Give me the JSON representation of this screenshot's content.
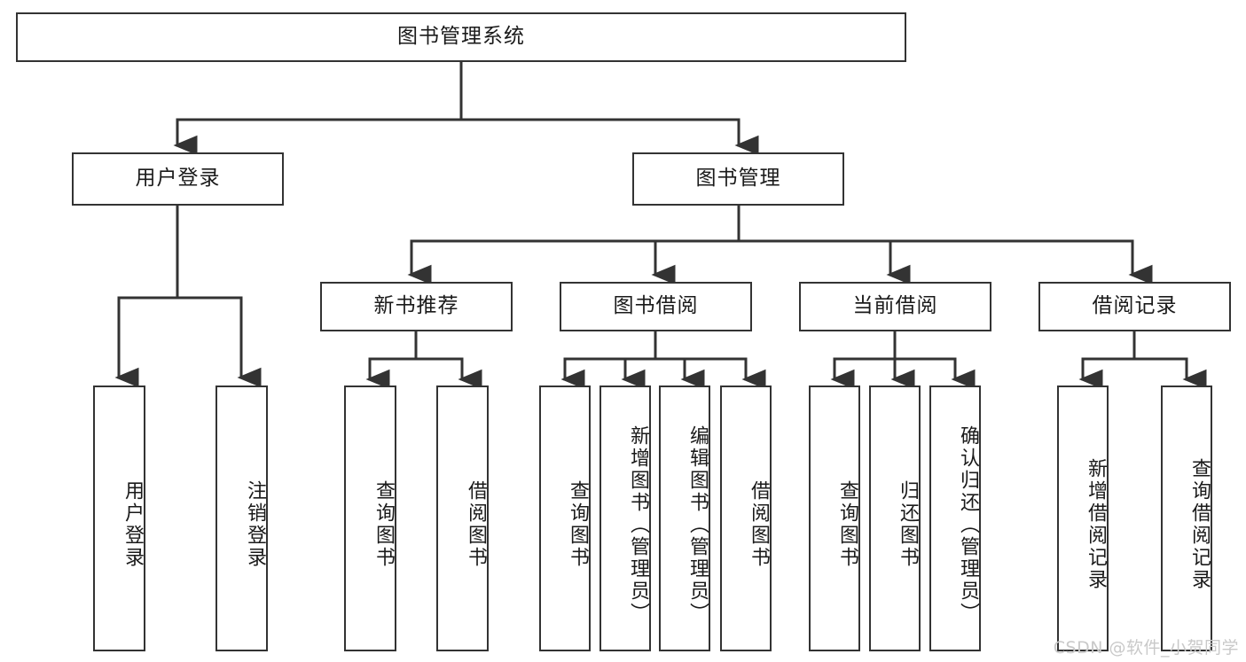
{
  "diagram": {
    "title": "图书管理系统",
    "type": "hierarchy-tree",
    "watermark": "CSDN @软件_小贺同学",
    "colors": {
      "background": "#ffffff",
      "box_border": "#333333",
      "box_fill": "#ffffff",
      "edge": "#333333",
      "text": "#1a1a1a",
      "watermark": "#c9c9c9"
    },
    "nodes": {
      "root": {
        "label": "图书管理系统",
        "level": 1
      },
      "l2_user_login": {
        "label": "用户登录",
        "level": 2
      },
      "l2_book_manage": {
        "label": "图书管理",
        "level": 2
      },
      "l3_new_book_rec": {
        "label": "新书推荐",
        "level": 3
      },
      "l3_book_borrow": {
        "label": "图书借阅",
        "level": 3
      },
      "l3_current_borrow": {
        "label": "当前借阅",
        "level": 3
      },
      "l3_borrow_record": {
        "label": "借阅记录",
        "level": 3
      },
      "leaf_user_login": {
        "label": "用户登录",
        "level": 4
      },
      "leaf_logout": {
        "label": "注销登录",
        "level": 4
      },
      "leaf_query_book_1": {
        "label": "查询图书",
        "level": 4
      },
      "leaf_borrow_book_1": {
        "label": "借阅图书",
        "level": 4
      },
      "leaf_query_book_2": {
        "label": "查询图书",
        "level": 4
      },
      "leaf_add_book": {
        "label": "新增图书（管理员）",
        "level": 4
      },
      "leaf_edit_book": {
        "label": "编辑图书（管理员）",
        "level": 4
      },
      "leaf_borrow_book_2": {
        "label": "借阅图书",
        "level": 4
      },
      "leaf_query_book_3": {
        "label": "查询图书",
        "level": 4
      },
      "leaf_return_book": {
        "label": "归还图书",
        "level": 4
      },
      "leaf_confirm_return": {
        "label": "确认归还（管理员）",
        "level": 4
      },
      "leaf_add_record": {
        "label": "新增借阅记录",
        "level": 4
      },
      "leaf_query_record": {
        "label": "查询借阅记录",
        "level": 4
      }
    },
    "edges": [
      {
        "from": "root",
        "to": "l2_user_login"
      },
      {
        "from": "root",
        "to": "l2_book_manage"
      },
      {
        "from": "l2_user_login",
        "to": "leaf_user_login"
      },
      {
        "from": "l2_user_login",
        "to": "leaf_logout"
      },
      {
        "from": "l2_book_manage",
        "to": "l3_new_book_rec"
      },
      {
        "from": "l2_book_manage",
        "to": "l3_book_borrow"
      },
      {
        "from": "l2_book_manage",
        "to": "l3_current_borrow"
      },
      {
        "from": "l2_book_manage",
        "to": "l3_borrow_record"
      },
      {
        "from": "l3_new_book_rec",
        "to": "leaf_query_book_1"
      },
      {
        "from": "l3_new_book_rec",
        "to": "leaf_borrow_book_1"
      },
      {
        "from": "l3_book_borrow",
        "to": "leaf_query_book_2"
      },
      {
        "from": "l3_book_borrow",
        "to": "leaf_add_book"
      },
      {
        "from": "l3_book_borrow",
        "to": "leaf_edit_book"
      },
      {
        "from": "l3_book_borrow",
        "to": "leaf_borrow_book_2"
      },
      {
        "from": "l3_current_borrow",
        "to": "leaf_query_book_3"
      },
      {
        "from": "l3_current_borrow",
        "to": "leaf_return_book"
      },
      {
        "from": "l3_current_borrow",
        "to": "leaf_confirm_return"
      },
      {
        "from": "l3_borrow_record",
        "to": "leaf_add_record"
      },
      {
        "from": "l3_borrow_record",
        "to": "leaf_query_record"
      }
    ]
  }
}
